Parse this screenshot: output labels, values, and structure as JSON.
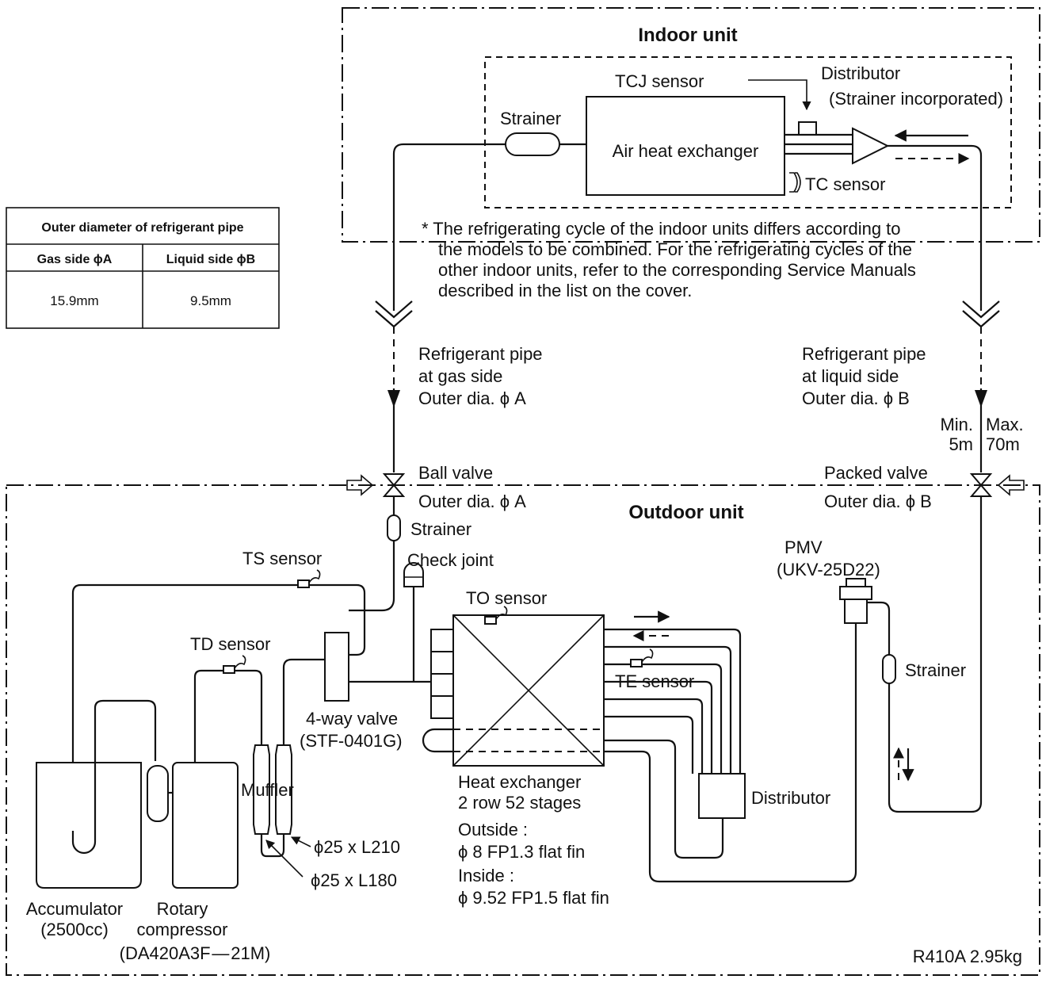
{
  "indoor": {
    "title": "Indoor unit",
    "tcj_sensor": "TCJ sensor",
    "distributor": "Distributor",
    "distributor_note": "(Strainer incorporated)",
    "strainer": "Strainer",
    "air_hex": "Air heat exchanger",
    "tc_sensor": "TC sensor",
    "note_lines": [
      "*  The refrigerating cycle of the indoor units differs according to",
      "the models to be combined. For the refrigerating cycles of the",
      "other indoor units, refer to the corresponding Service Manuals",
      "described in the list on the cover."
    ]
  },
  "table": {
    "title": "Outer diameter of refrigerant pipe",
    "gas_header": "Gas side ϕA",
    "liquid_header": "Liquid side ϕB",
    "gas_value": "15.9mm",
    "liquid_value": "9.5mm"
  },
  "piping": {
    "gas_lines": [
      "Refrigerant pipe",
      "at gas side",
      "Outer dia. ϕ A"
    ],
    "liquid_lines": [
      "Refrigerant pipe",
      "at liquid side",
      "Outer dia. ϕ B"
    ],
    "min_lines": [
      "Min.",
      "5m"
    ],
    "max_lines": [
      "Max.",
      "70m"
    ]
  },
  "outdoor": {
    "title": "Outdoor unit",
    "ball_valve": "Ball valve",
    "ball_valve_dia": "Outer dia. ϕ A",
    "packed_valve": "Packed valve",
    "packed_valve_dia": "Outer dia. ϕ B",
    "strainer_top": "Strainer",
    "ts_sensor": "TS sensor",
    "check_joint": "Check joint",
    "pmv": "PMV",
    "pmv_model": "(UKV-25D22)",
    "to_sensor": "TO sensor",
    "td_sensor": "TD sensor",
    "te_sensor": "TE sensor",
    "strainer_right": "Strainer",
    "four_way": "4-way valve",
    "four_way_model": "(STF-0401G)",
    "muffler": "Muffler",
    "muffler_dim1": "ϕ25 x L210",
    "muffler_dim2": "ϕ25 x L180",
    "hex_lines": [
      "Heat exchanger",
      "2 row 52 stages",
      "Outside :",
      "ϕ 8 FP1.3 flat fin",
      "Inside :",
      "ϕ 9.52 FP1.5 flat fin"
    ],
    "distributor": "Distributor",
    "accumulator": "Accumulator",
    "accumulator_cap": "(2500cc)",
    "compressor_lines": [
      "Rotary",
      "compressor",
      "(DA420A3F — 21M)"
    ],
    "refrigerant": "R410A 2.95kg"
  }
}
